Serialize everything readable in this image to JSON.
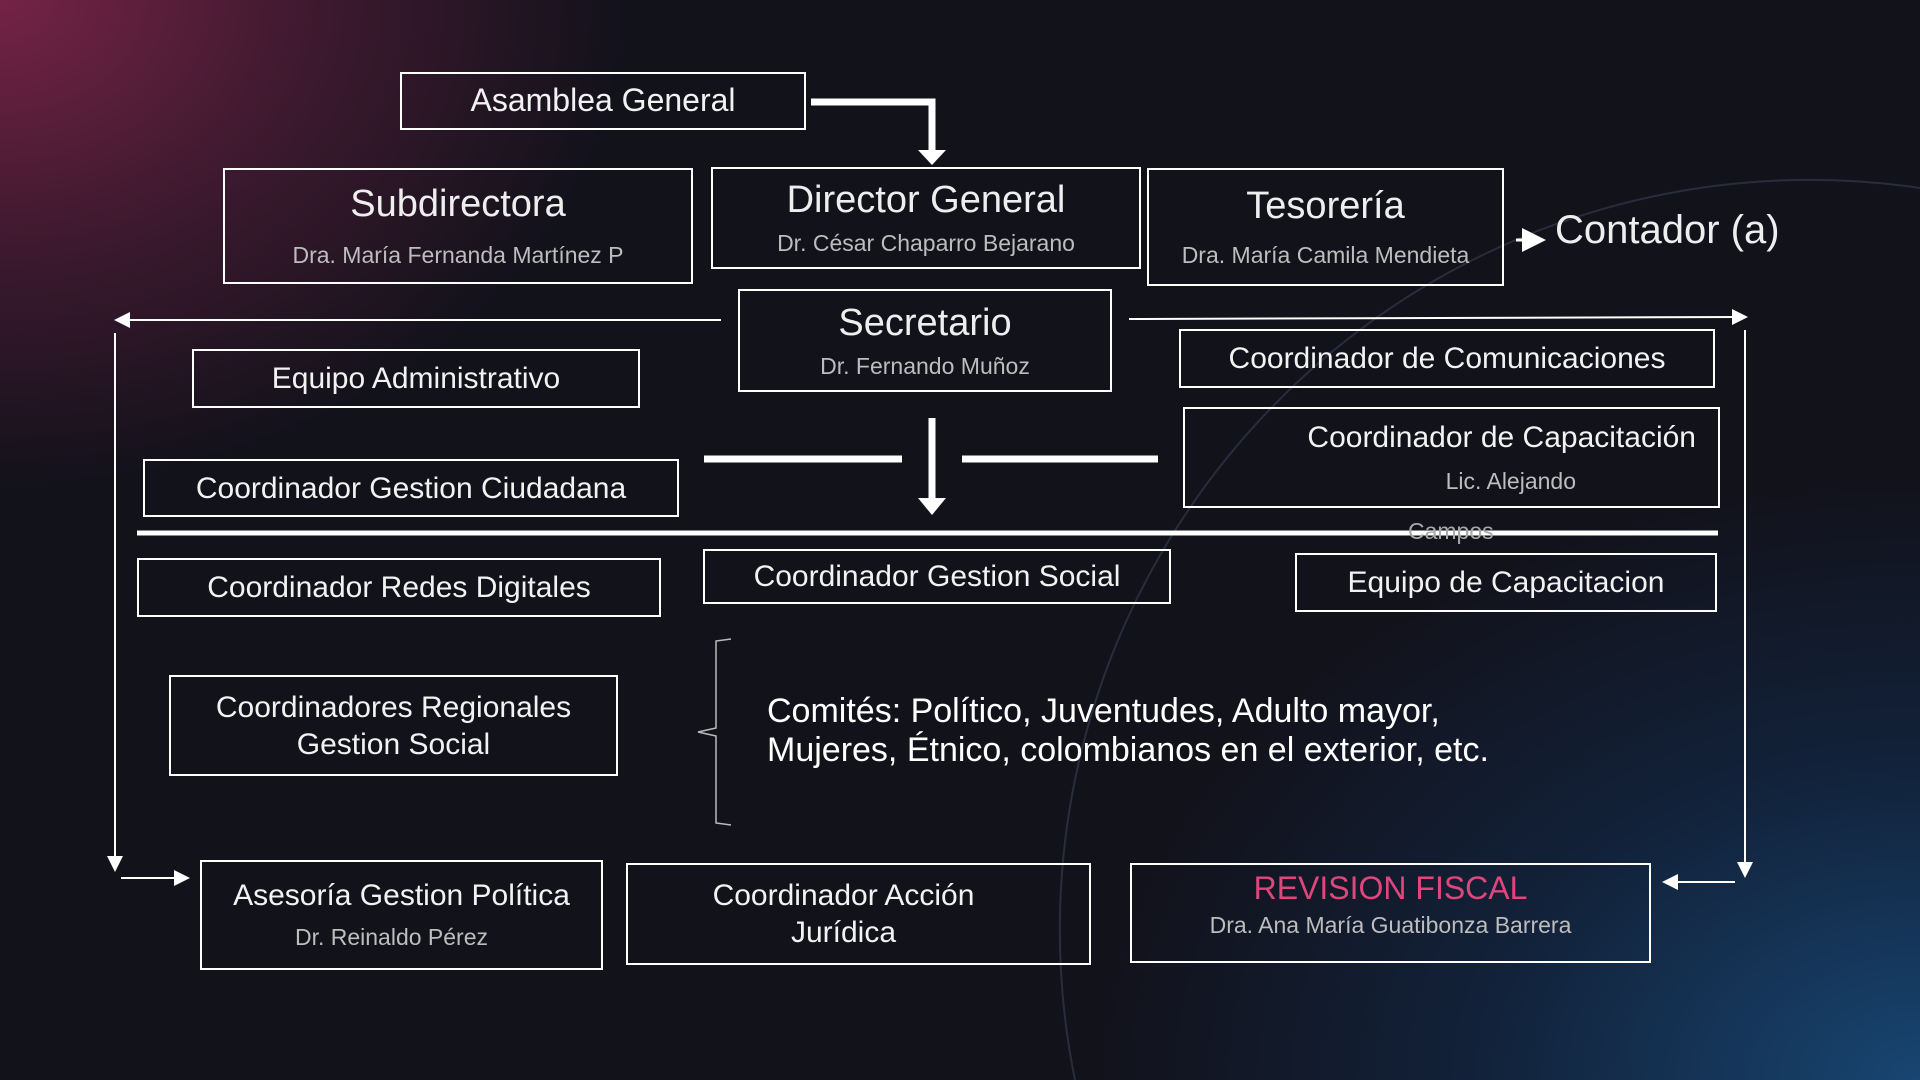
{
  "nodes": {
    "asamblea": {
      "title": "Asamblea General"
    },
    "subdirectora": {
      "title": "Subdirectora",
      "name": "Dra. María Fernanda Martínez P"
    },
    "director": {
      "title": "Director General",
      "name": "Dr. César Chaparro Bejarano"
    },
    "tesoreria": {
      "title": "Tesorería",
      "name": "Dra. María Camila Mendieta"
    },
    "contador": {
      "title": "Contador (a)"
    },
    "secretario": {
      "title": "Secretario",
      "name": "Dr. Fernando Muñoz"
    },
    "equipo_admin": {
      "title": "Equipo Administrativo"
    },
    "comunicaciones": {
      "title": "Coordinador de Comunicaciones"
    },
    "capacitacion": {
      "title": "Coordinador de Capacitación",
      "name": "Lic. Alejando",
      "name_overflow": "Campos"
    },
    "ciudadana": {
      "title": "Coordinador Gestion Ciudadana"
    },
    "redes": {
      "title": "Coordinador Redes Digitales"
    },
    "gestion_social": {
      "title": "Coordinador Gestion Social"
    },
    "equipo_capacitacion": {
      "title": "Equipo de Capacitacion"
    },
    "regionales": {
      "line1": "Coordinadores Regionales",
      "line2": "Gestion Social"
    },
    "comites": {
      "line1": "Comités: Político, Juventudes, Adulto mayor,",
      "line2": "Mujeres, Étnico,  colombianos en el exterior, etc."
    },
    "asesoria": {
      "title": "Asesoría Gestion Política",
      "name": "Dr. Reinaldo Pérez"
    },
    "juridica": {
      "line1": "Coordinador Acción",
      "line2": "Jurídica"
    },
    "revision": {
      "title": "REVISION FISCAL",
      "name": "Dra. Ana María Guatibonza Barrera"
    }
  },
  "colors": {
    "accent": "#e0457b"
  }
}
